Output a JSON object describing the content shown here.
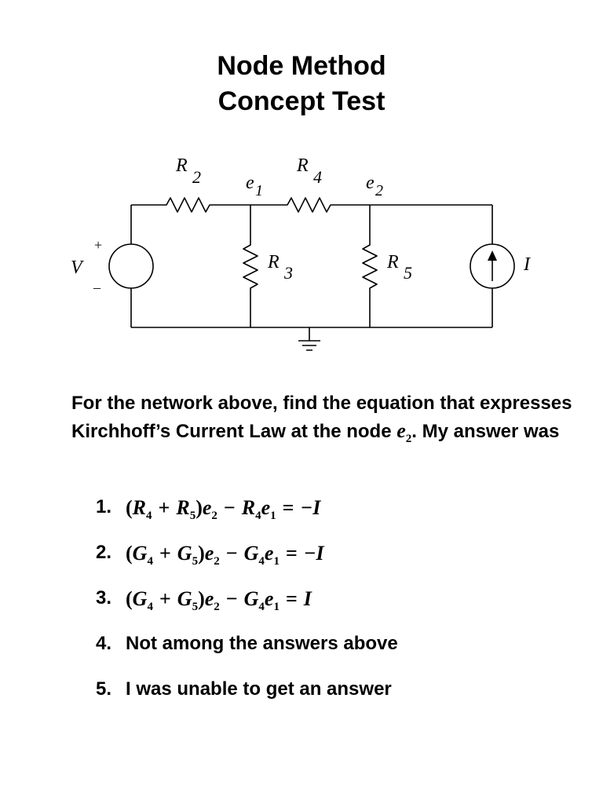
{
  "title": {
    "line1": "Node Method",
    "line2": "Concept Test"
  },
  "circuit": {
    "labels": {
      "r2": "R",
      "r2_sub": "2",
      "r4": "R",
      "r4_sub": "4",
      "r3": "R",
      "r3_sub": "3",
      "r5": "R",
      "r5_sub": "5",
      "e1": "e",
      "e1_sub": "1",
      "e2": "e",
      "e2_sub": "2",
      "v": "V",
      "plus": "+",
      "minus": "–",
      "i": "I"
    }
  },
  "question": {
    "text_before": "For the network above, find the equation that expresses Kirchhoff’s Current Law at the node ",
    "node_var": "e",
    "node_sub": "2",
    "text_after": ". My answer was"
  },
  "choices": [
    {
      "num": "1.",
      "parts": [
        "(",
        "R",
        "4",
        "+",
        "R",
        "5",
        ")",
        "e",
        "2",
        "−",
        "R",
        "4",
        "e",
        "1",
        "=",
        "−I"
      ]
    },
    {
      "num": "2.",
      "parts": [
        "(",
        "G",
        "4",
        "+",
        "G",
        "5",
        ")",
        "e",
        "2",
        "−",
        "G",
        "4",
        "e",
        "1",
        "=",
        "−I"
      ]
    },
    {
      "num": "3.",
      "parts": [
        "(",
        "G",
        "4",
        "+",
        "G",
        "5",
        ")",
        "e",
        "2",
        "−",
        "G",
        "4",
        "e",
        "1",
        "=",
        "I"
      ]
    },
    {
      "num": "4.",
      "text": "Not among the answers above"
    },
    {
      "num": "5.",
      "text": "I was unable to get an answer"
    }
  ]
}
